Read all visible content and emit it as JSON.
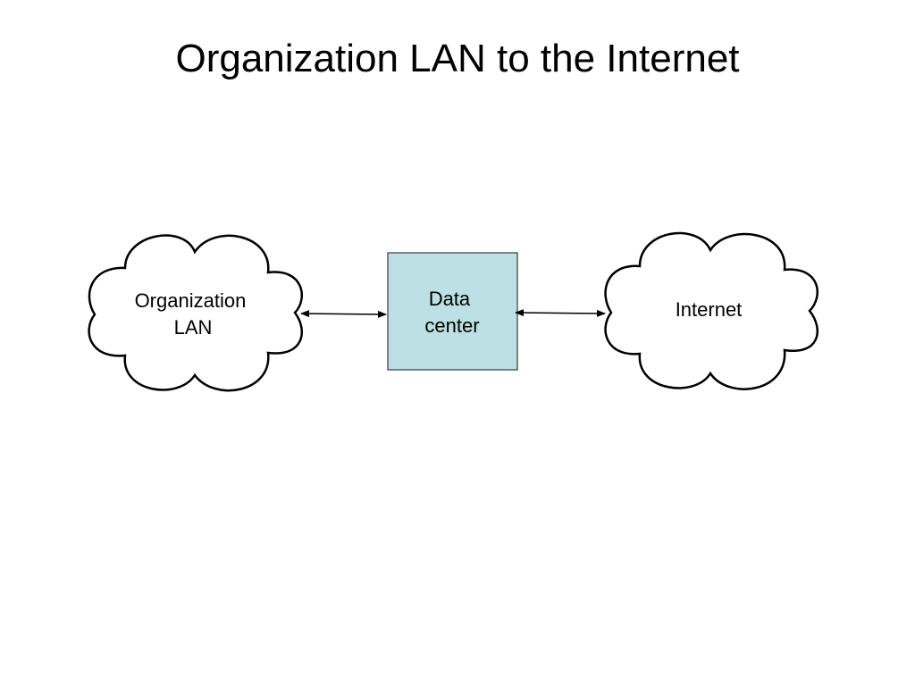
{
  "title": "Organization LAN to the Internet",
  "nodes": {
    "org_lan": {
      "lines": [
        "Organization",
        "LAN"
      ]
    },
    "data_center": {
      "lines": [
        "Data",
        "center"
      ]
    },
    "internet": {
      "lines": [
        "Internet"
      ]
    }
  },
  "colors": {
    "data_center_fill": "#bce0e3",
    "data_center_stroke": "#3a3a3a",
    "cloud_stroke": "#000000",
    "arrow": "#000000"
  },
  "icons": [
    "cloud-icon",
    "cloud-icon",
    "bidirectional-arrow",
    "bidirectional-arrow"
  ]
}
